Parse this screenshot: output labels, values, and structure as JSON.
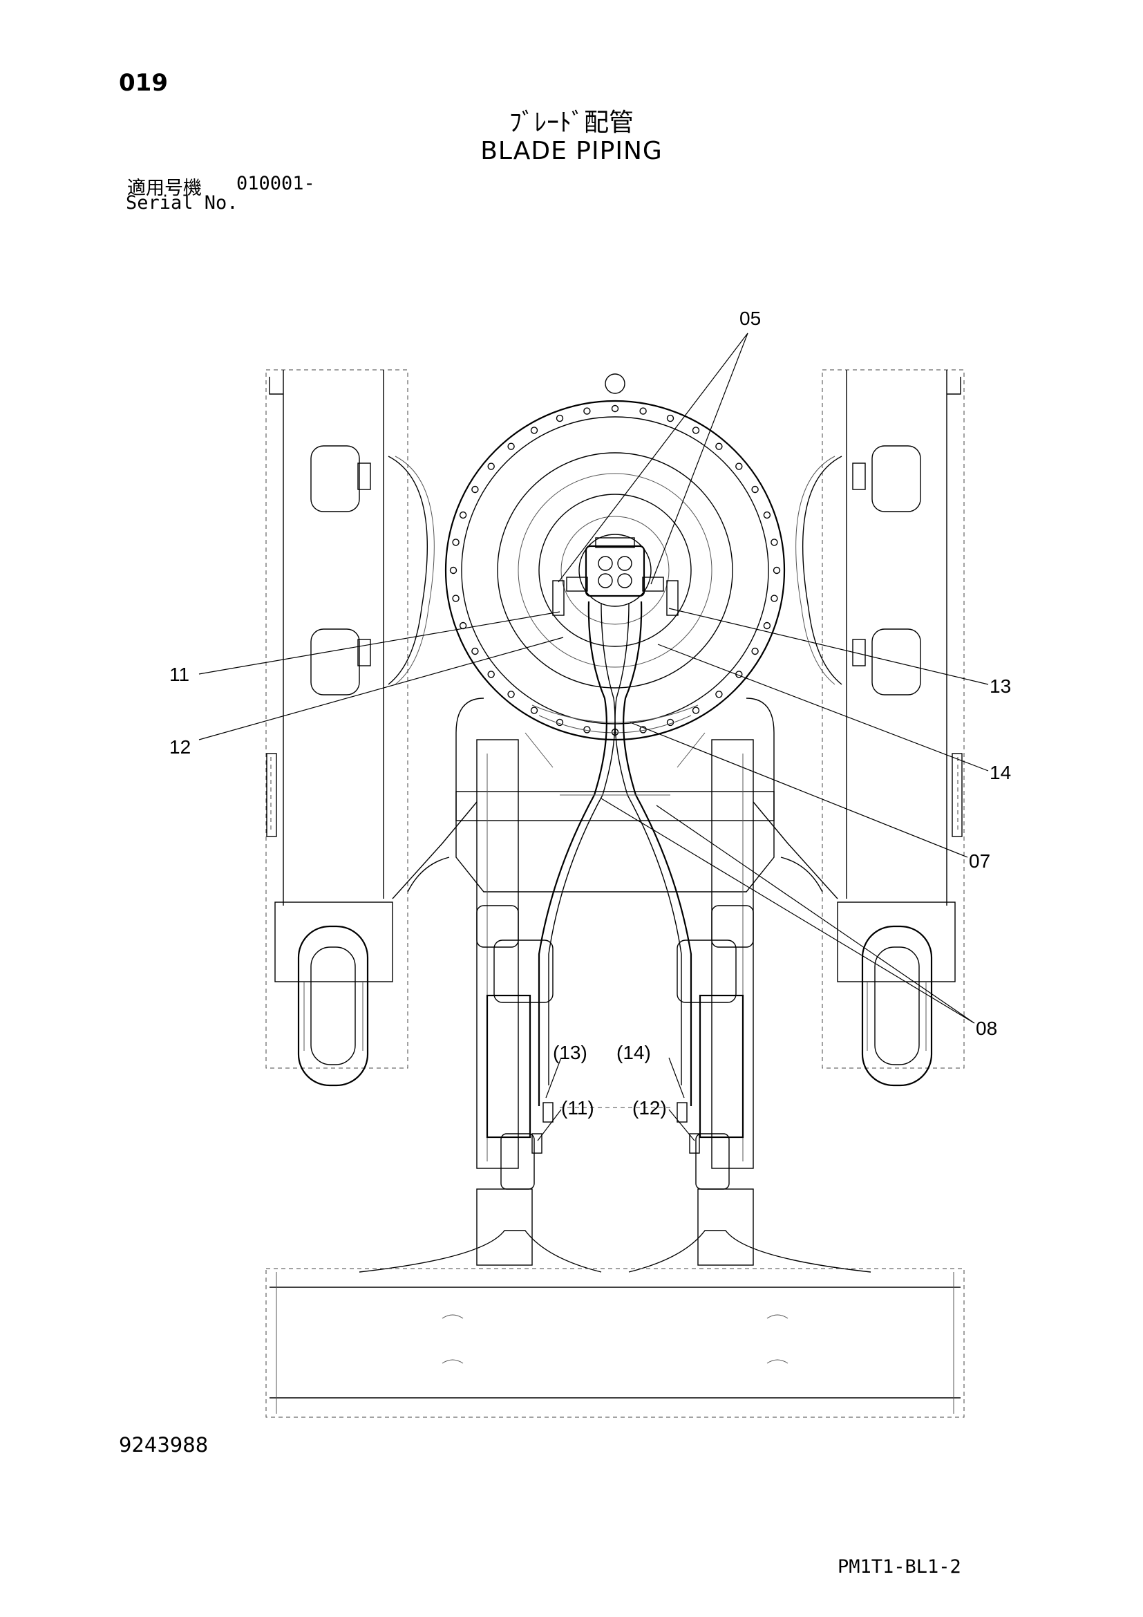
{
  "header": {
    "page_number": "019",
    "title_jp": "ﾌﾞﾚｰﾄﾞ配管",
    "title_en": "BLADE PIPING",
    "serial_label_jp": "適用号機",
    "serial_value": "010001-",
    "serial_label_en": "Serial No."
  },
  "callouts": {
    "c05": "05",
    "c07": "07",
    "c08": "08",
    "c11": "11",
    "c12": "12",
    "c13": "13",
    "c14": "14",
    "p13": "(13)",
    "p14": "(14)",
    "p11": "(11)",
    "p12": "(12)"
  },
  "footer": {
    "doc_number": "9243988",
    "sheet_code": "PM1T1-BL1-2"
  }
}
